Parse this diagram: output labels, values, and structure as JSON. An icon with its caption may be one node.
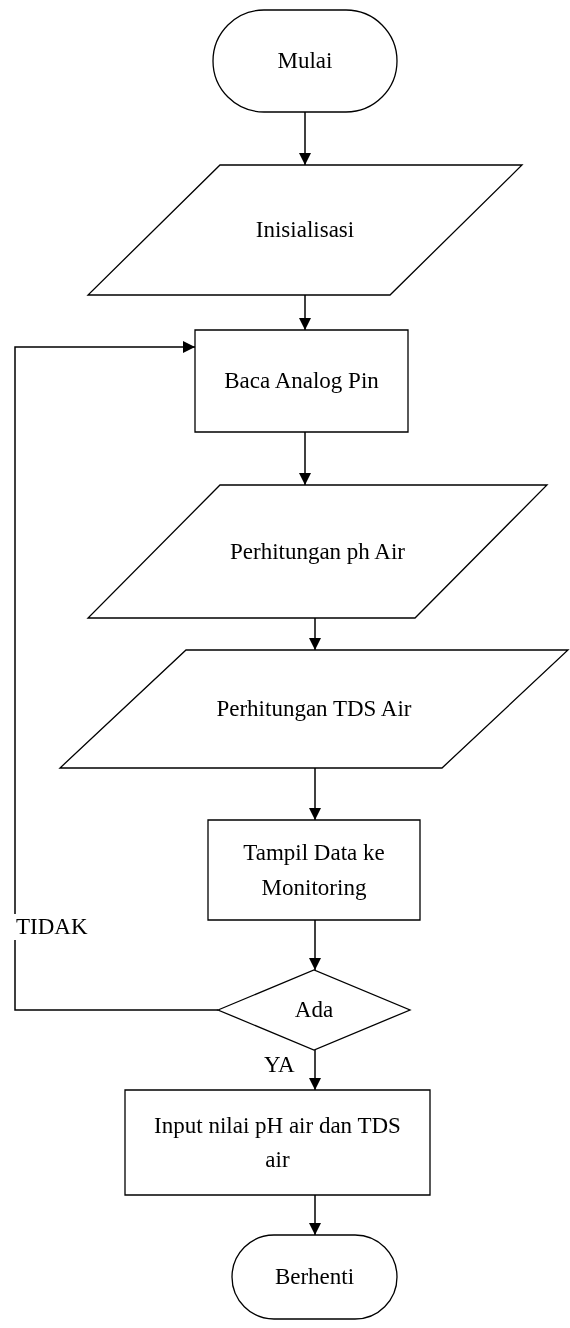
{
  "diagram": {
    "nodes": [
      {
        "text": [
          "Mulai"
        ]
      },
      {
        "text": [
          "Inisialisasi"
        ]
      },
      {
        "text": [
          "Baca Analog Pin"
        ]
      },
      {
        "text": [
          "Perhitungan ph Air"
        ]
      },
      {
        "text": [
          "Perhitungan TDS Air"
        ]
      },
      {
        "text": [
          "Tampil Data ke Monitoring"
        ]
      },
      {
        "text": [
          "Ada"
        ]
      },
      {
        "text": [
          "Input nilai pH air dan TDS air"
        ]
      },
      {
        "text": [
          "Berhenti"
        ]
      }
    ],
    "edges": [
      {
        "from": 0,
        "to": 1,
        "arrow": "to"
      },
      {
        "from": 1,
        "to": 2,
        "arrow": "to"
      },
      {
        "from": 2,
        "to": 3,
        "arrow": "to"
      },
      {
        "from": 3,
        "to": 4,
        "arrow": "to"
      },
      {
        "from": 4,
        "to": 5,
        "arrow": "to"
      },
      {
        "from": 5,
        "to": 6,
        "arrow": "to"
      },
      {
        "from": 6,
        "to": 2,
        "arrow": "to",
        "label": "TIDAK"
      },
      {
        "from": 6,
        "to": 7,
        "arrow": "to",
        "label": "YA"
      },
      {
        "from": 7,
        "to": 8,
        "arrow": "to"
      }
    ]
  }
}
